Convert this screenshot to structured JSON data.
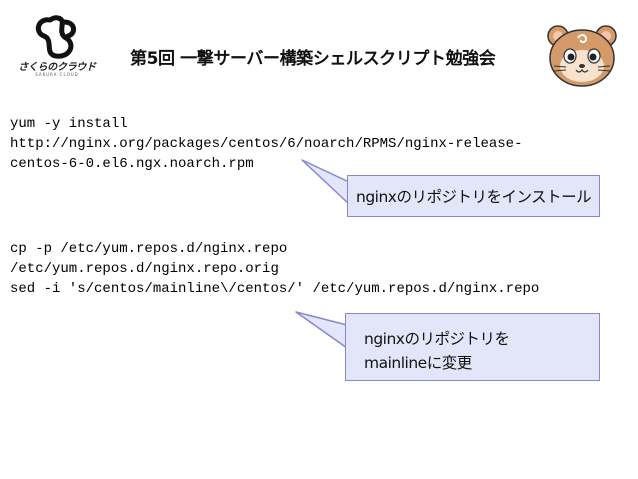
{
  "header": {
    "logo_text": "さくらのクラウド",
    "logo_subtext": "SAKURA CLOUD",
    "title": "第5回 一撃サーバー構築シェルスクリプト勉強会"
  },
  "code_blocks": [
    {
      "lines": [
        "yum -y install",
        "http://nginx.org/packages/centos/6/noarch/RPMS/nginx-release-",
        "centos-6-0.el6.ngx.noarch.rpm"
      ]
    },
    {
      "lines": [
        "cp -p /etc/yum.repos.d/nginx.repo",
        "/etc/yum.repos.d/nginx.repo.orig",
        "sed -i 's/centos/mainline\\/centos/' /etc/yum.repos.d/nginx.repo"
      ]
    }
  ],
  "callouts": [
    {
      "lines": [
        "nginxのリポジトリをインストール"
      ]
    },
    {
      "lines": [
        "nginxのリポジトリを",
        "mainlineに変更"
      ]
    }
  ],
  "colors": {
    "callout_fill": "#e3e6f8",
    "callout_border": "#8b84d0",
    "mascot_fur": "#d49a6a"
  }
}
